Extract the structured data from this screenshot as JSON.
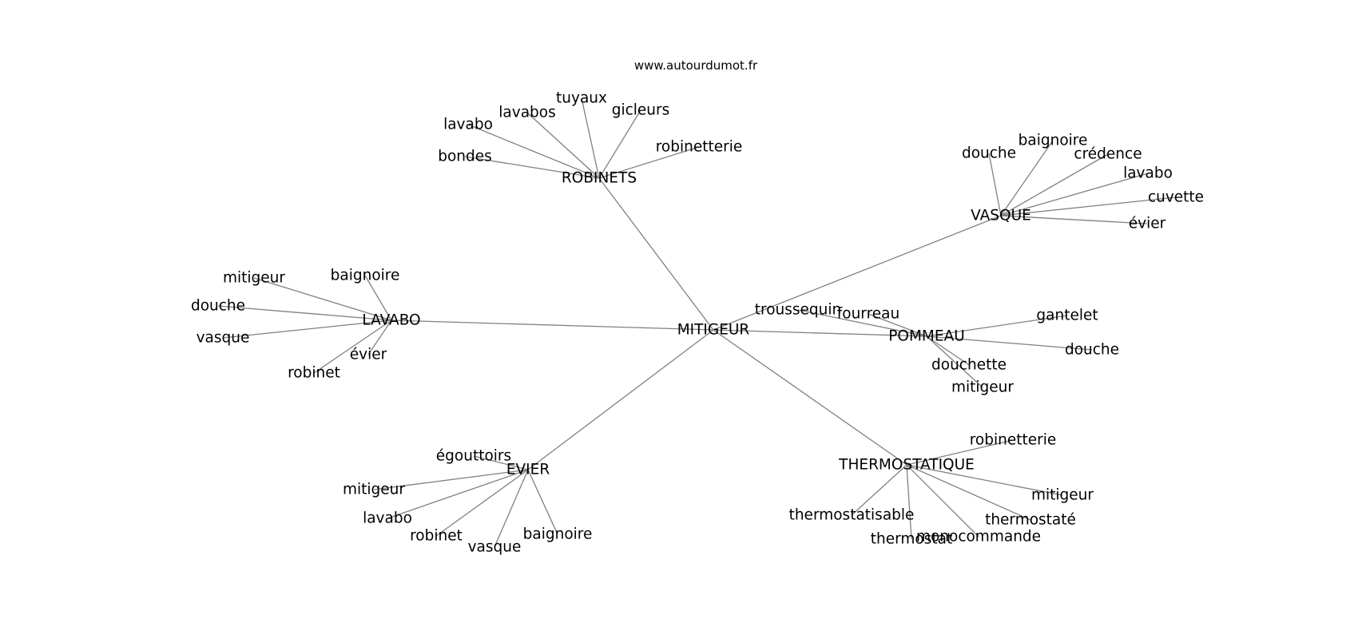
{
  "site_credit": "www.autourdumot.fr",
  "colors": {
    "edge": "#808080",
    "text": "#000000",
    "background": "#ffffff"
  },
  "root": "MITIGEUR",
  "hubs": [
    {
      "id": "robinets",
      "label": "ROBINETS",
      "leaves": [
        "tuyaux",
        "gicleurs",
        "lavabos",
        "lavabo",
        "robinetterie",
        "bondes"
      ]
    },
    {
      "id": "vasque",
      "label": "VASQUE",
      "leaves": [
        "baignoire",
        "douche",
        "crédence",
        "lavabo",
        "cuvette",
        "évier"
      ]
    },
    {
      "id": "lavabo",
      "label": "LAVABO",
      "leaves": [
        "mitigeur",
        "baignoire",
        "douche",
        "vasque",
        "évier",
        "robinet"
      ]
    },
    {
      "id": "pommeau",
      "label": "POMMEAU",
      "leaves": [
        "troussequin",
        "fourreau",
        "gantelet",
        "douche",
        "douchette",
        "mitigeur"
      ]
    },
    {
      "id": "evier",
      "label": "EVIER",
      "leaves": [
        "égouttoirs",
        "mitigeur",
        "lavabo",
        "robinet",
        "vasque",
        "baignoire"
      ]
    },
    {
      "id": "thermostatique",
      "label": "THERMOSTATIQUE",
      "leaves": [
        "robinetterie",
        "mitigeur",
        "thermostaté",
        "thermostatisable",
        "thermostat",
        "monocommande"
      ]
    }
  ]
}
